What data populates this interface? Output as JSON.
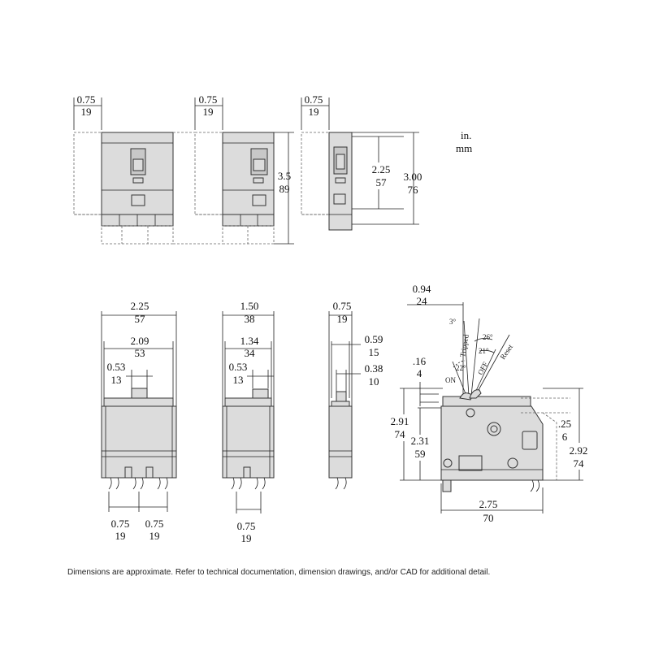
{
  "units": {
    "inch": "in.",
    "mm": "mm"
  },
  "front_views": [
    {
      "width_in": "0.75",
      "width_mm": "19"
    },
    {
      "width_in": "0.75",
      "width_mm": "19"
    },
    {
      "width_in": "0.75",
      "width_mm": "19"
    }
  ],
  "heights": {
    "overall_in": "3.5",
    "overall_mm": "89",
    "single_in": "3.00",
    "single_mm": "76",
    "face_in": "2.25",
    "face_mm": "57"
  },
  "top_views": [
    {
      "overall_in": "2.25",
      "overall_mm": "57",
      "inner_in": "2.09",
      "inner_mm": "53",
      "handle_in": "0.53",
      "handle_mm": "13",
      "pitch": [
        {
          "in": "0.75",
          "mm": "19"
        },
        {
          "in": "0.75",
          "mm": "19"
        }
      ]
    },
    {
      "overall_in": "1.50",
      "overall_mm": "38",
      "inner_in": "1.34",
      "inner_mm": "34",
      "handle_in": "0.53",
      "handle_mm": "13",
      "pitch": [
        {
          "in": "0.75",
          "mm": "19"
        }
      ]
    },
    {
      "overall_in": "0.75",
      "overall_mm": "19",
      "inner_in": "0.59",
      "inner_mm": "15",
      "handle_in": "0.38",
      "handle_mm": "10"
    }
  ],
  "side_view": {
    "top_in": "0.94",
    "top_mm": "24",
    "handle_rise_in": ".16",
    "handle_rise_mm": "4",
    "height_a_in": "2.91",
    "height_a_mm": "74",
    "height_b_in": "2.31",
    "height_b_mm": "59",
    "offset_in": ".25",
    "offset_mm": "6",
    "height_c_in": "2.92",
    "height_c_mm": "74",
    "depth_in": "2.75",
    "depth_mm": "70",
    "angles": {
      "a3": "3°",
      "a26": "26°",
      "a21": "21°",
      "a22": "22°"
    },
    "positions": {
      "tripped": "Tripped",
      "on": "ON",
      "off": "OFF",
      "reset": "Reset"
    }
  },
  "disclaimer": "Dimensions are approximate. Refer to technical documentation, dimension drawings, and/or CAD for additional detail."
}
